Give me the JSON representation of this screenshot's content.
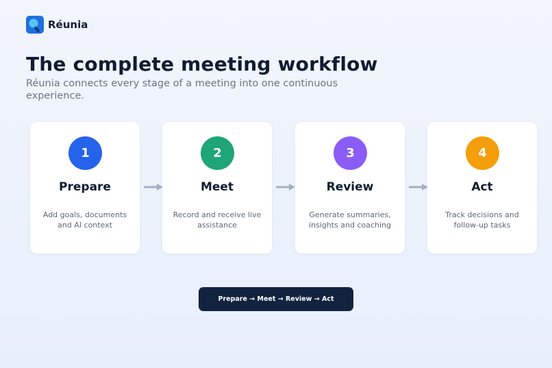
{
  "brand": {
    "name": "Réunia",
    "logo_icon": "magnifier-logo-icon"
  },
  "header": {
    "title": "The complete meeting workflow",
    "subtitle": "Réunia connects every stage of a meeting into one continuous experience."
  },
  "steps": [
    {
      "number": "1",
      "title": "Prepare",
      "description": "Add goals, documents and AI context",
      "color": "#2563eb"
    },
    {
      "number": "2",
      "title": "Meet",
      "description": "Record and receive live assistance",
      "color": "#1fa577"
    },
    {
      "number": "3",
      "title": "Review",
      "description": "Generate summaries, insights and coaching",
      "color": "#8b5cf6"
    },
    {
      "number": "4",
      "title": "Act",
      "description": "Track decisions and follow-up tasks",
      "color": "#f59e0b"
    }
  ],
  "flow_pill": {
    "text": "Prepare → Meet → Review → Act"
  },
  "colors": {
    "accent": "#1e6fe0",
    "dark": "#12233f",
    "arrow": "#a3afc2"
  }
}
